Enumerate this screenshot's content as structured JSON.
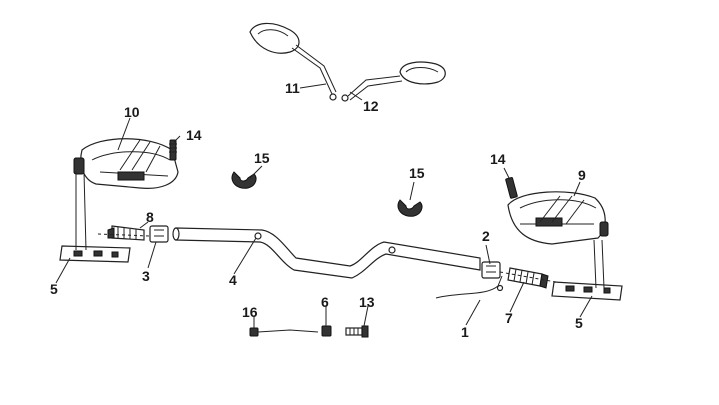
{
  "diagram": {
    "callouts": {
      "c1": "1",
      "c2": "2",
      "c3": "3",
      "c4": "4",
      "c5_left": "5",
      "c5_right": "5",
      "c6": "6",
      "c7": "7",
      "c8": "8",
      "c9": "9",
      "c10": "10",
      "c11": "11",
      "c12": "12",
      "c13": "13",
      "c14_left": "14",
      "c14_right": "14",
      "c15_left": "15",
      "c15_right": "15",
      "c16": "16"
    },
    "parts": {
      "handlebar": "handlebar",
      "mirror_left": "mirror",
      "mirror_right": "mirror",
      "handguard_left": "handguard",
      "handguard_right": "handguard"
    }
  }
}
